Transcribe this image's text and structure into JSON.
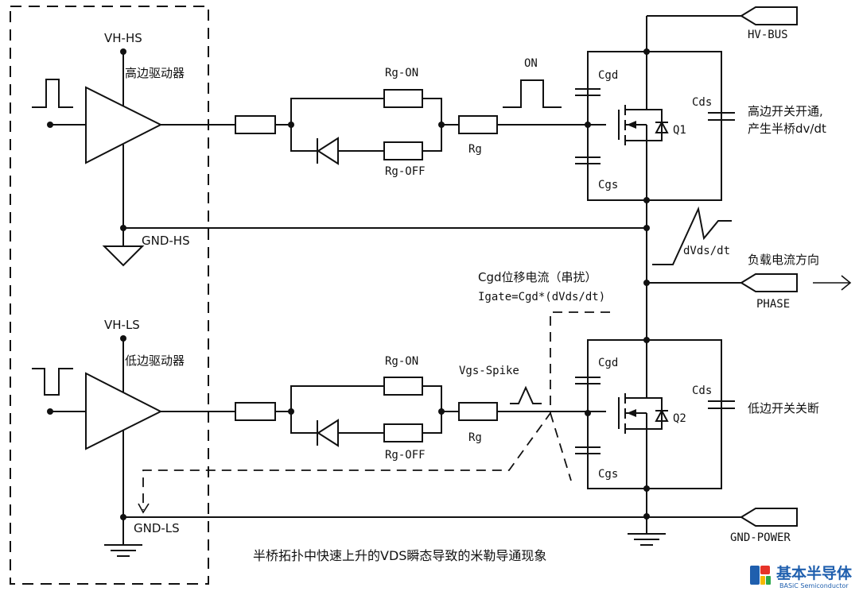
{
  "labels": {
    "vh_hs": "VH-HS",
    "high_driver": "高边驱动器",
    "gnd_hs": "GND-HS",
    "vh_ls": "VH-LS",
    "low_driver": "低边驱动器",
    "gnd_ls": "GND-LS",
    "rg_on": "Rg-ON",
    "rg_off": "Rg-OFF",
    "rg": "Rg",
    "on_pulse": "ON",
    "vgs_spike": "Vgs-Spike",
    "cgd": "Cgd",
    "cgs": "Cgs",
    "cds": "Cds",
    "q1": "Q1",
    "q2": "Q2",
    "hv_bus": "HV-BUS",
    "phase": "PHASE",
    "gnd_power": "GND-POWER",
    "high_switch_line1": "高边开关开通,",
    "high_switch_line2": "产生半桥dv/dt",
    "dvds_dt": "dVds/dt",
    "load_current": "负载电流方向",
    "cgd_current_line1": "Cgd位移电流（串扰）",
    "cgd_current_line2": "Igate=Cgd*(dVds/dt)",
    "low_switch_off": "低边开关关断",
    "caption": "半桥拓扑中快速上升的VDS瞬态导致的米勒导通现象"
  },
  "logo": {
    "text": "基本半导体",
    "subtext": "BASiC Semiconductor",
    "colors": [
      "#1f5fae",
      "#e63329",
      "#f5b800",
      "#2aa84a"
    ]
  }
}
